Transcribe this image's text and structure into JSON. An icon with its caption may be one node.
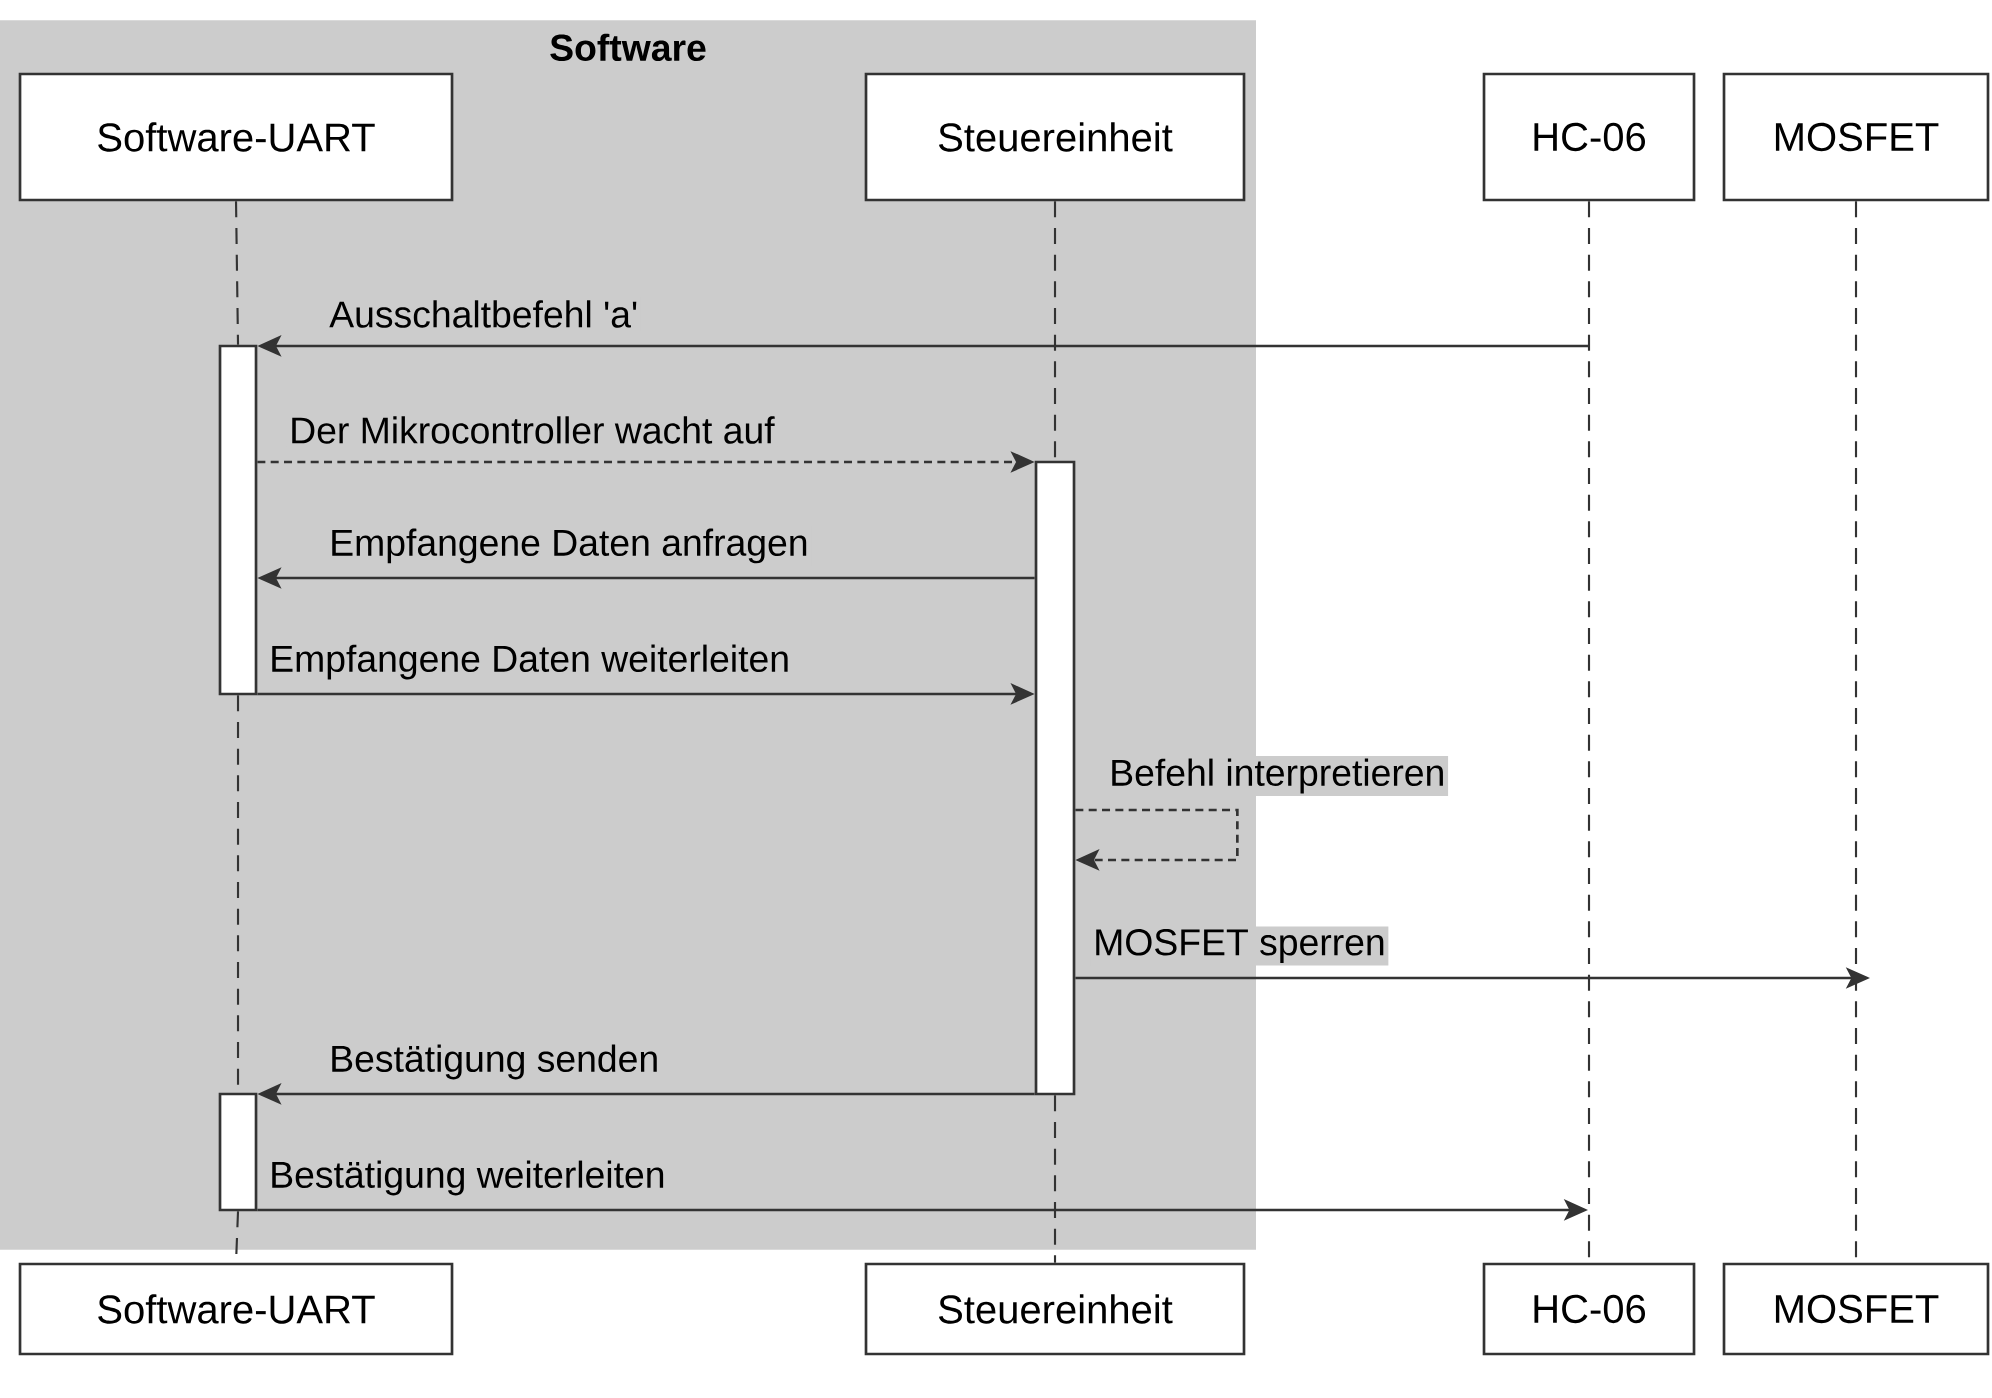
{
  "diagram": {
    "nodes": [
      {
        "text": [
          "Software"
        ]
      },
      {
        "text": [
          "Software-UART"
        ],
        "in": 0
      },
      {
        "text": [
          "Steuereinheit"
        ],
        "in": 0
      },
      {
        "text": [
          "HC-06"
        ]
      },
      {
        "text": [
          "MOSFET"
        ]
      },
      {
        "text": [],
        "shape": "bar",
        "in": 0
      },
      {
        "text": [],
        "shape": "bar",
        "in": 0
      },
      {
        "text": [],
        "shape": "bar",
        "in": 0
      },
      {
        "text": [
          "Software-UART"
        ]
      },
      {
        "text": [
          "Steuereinheit"
        ]
      },
      {
        "text": [
          "HC-06"
        ]
      },
      {
        "text": [
          "MOSFET"
        ]
      }
    ],
    "edges": [
      {
        "from": 1,
        "to": 5,
        "arrow": "none",
        "style": "dashed"
      },
      {
        "from": 2,
        "to": 6,
        "arrow": "none",
        "style": "dashed"
      },
      {
        "from": 3,
        "to": 10,
        "arrow": "none",
        "style": "dashed"
      },
      {
        "from": 4,
        "to": 11,
        "arrow": "none",
        "style": "dashed"
      },
      {
        "from": null,
        "to": 5,
        "arrow": "to",
        "label": "Ausschaltbefehl 'a'"
      },
      {
        "from": 5,
        "to": 6,
        "arrow": "to",
        "label": "Der Mikrocontroller wacht auf",
        "style": "dashed"
      },
      {
        "from": 6,
        "to": 5,
        "arrow": "to",
        "label": "Empfangene Daten anfragen"
      },
      {
        "from": 5,
        "to": 6,
        "arrow": "to",
        "label": "Empfangene Daten weiterleiten"
      },
      {
        "from": 6,
        "to": 6,
        "arrow": "to",
        "label": "Befehl interpretieren",
        "style": "dashed"
      },
      {
        "from": 6,
        "to": null,
        "arrow": "to",
        "label": "MOSFET sperren"
      },
      {
        "from": 6,
        "to": 7,
        "arrow": "to",
        "label": "Bestätigung senden"
      },
      {
        "from": 7,
        "to": null,
        "arrow": "to",
        "label": "Bestätigung weiterleiten"
      },
      {
        "from": 5,
        "to": 7,
        "arrow": "none",
        "style": "dashed"
      },
      {
        "from": 7,
        "to": 8,
        "arrow": "none",
        "style": "dashed"
      },
      {
        "from": 6,
        "to": 9,
        "arrow": "none",
        "style": "dashed"
      }
    ]
  }
}
